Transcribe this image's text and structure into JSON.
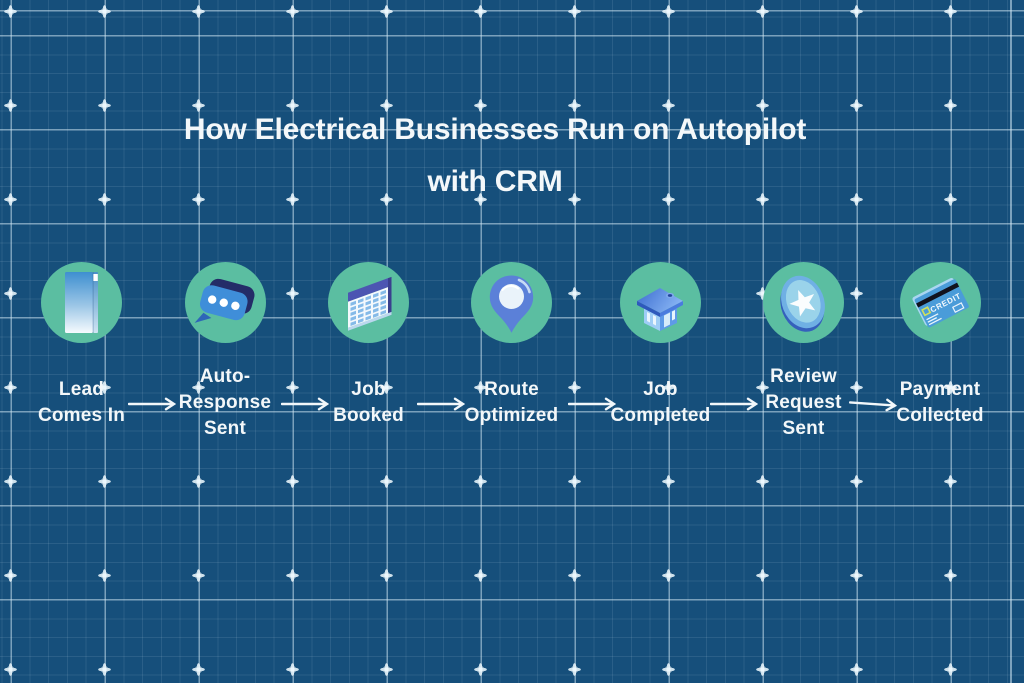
{
  "title": {
    "line1": "How Electrical Businesses Run on Autopilot",
    "line2": "with CRM"
  },
  "steps": [
    {
      "id": "lead-comes-in",
      "icon": "phone-lead-icon",
      "lines": [
        "Lead",
        "Comes In"
      ]
    },
    {
      "id": "auto-response-sent",
      "icon": "chat-bubble-icon",
      "lines": [
        "Auto-",
        "Response",
        "Sent"
      ]
    },
    {
      "id": "job-booked",
      "icon": "spreadsheet-icon",
      "lines": [
        "Job",
        "Booked"
      ]
    },
    {
      "id": "route-optimized",
      "icon": "map-pin-icon",
      "lines": [
        "Route",
        "Optimized"
      ]
    },
    {
      "id": "job-completed",
      "icon": "house-icon",
      "lines": [
        "Job",
        "Completed"
      ]
    },
    {
      "id": "review-request-sent",
      "icon": "star-badge-icon",
      "lines": [
        "Review",
        "Request",
        "Sent"
      ]
    },
    {
      "id": "payment-collected",
      "icon": "credit-card-icon",
      "lines": [
        "Payment",
        "Collected"
      ],
      "icon_text": "CREDIT"
    }
  ],
  "colors": {
    "background": "#164F7B",
    "grid_line": "#D2E8F4",
    "circle": "#5BBEA1",
    "text": "#F3F7F9"
  }
}
